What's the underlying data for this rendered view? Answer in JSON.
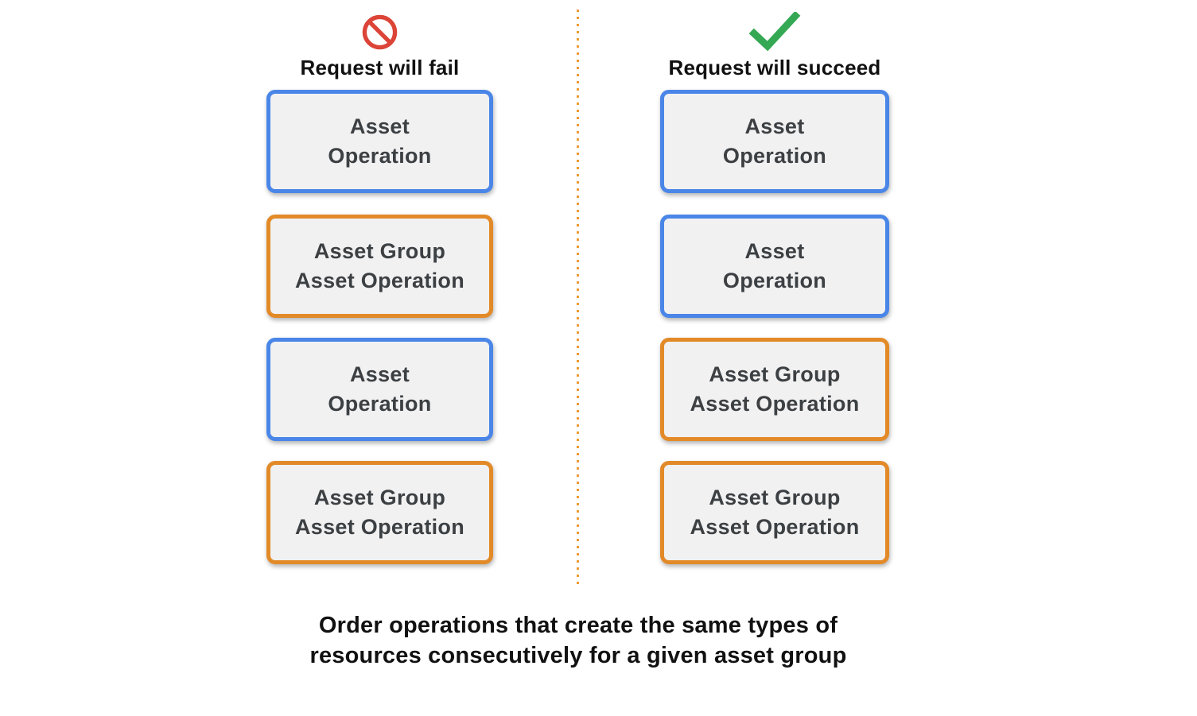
{
  "colors": {
    "blue_border": "#4A86E8",
    "orange_border": "#E38A28",
    "red_icon": "#DB4437",
    "green_icon": "#34A853",
    "box_fill": "#F1F1F2",
    "box_text": "#3C4043",
    "heading_text": "#111111",
    "divider_dots": "#ED9A33"
  },
  "columns": [
    {
      "id": "fail",
      "icon": "no-entry-icon",
      "header": "Request will fail",
      "boxes": [
        {
          "type": "asset-operation",
          "lines": [
            "Asset",
            "Operation"
          ]
        },
        {
          "type": "asset-group-asset-operation",
          "lines": [
            "Asset Group",
            "Asset Operation"
          ]
        },
        {
          "type": "asset-operation",
          "lines": [
            "Asset",
            "Operation"
          ]
        },
        {
          "type": "asset-group-asset-operation",
          "lines": [
            "Asset Group",
            "Asset Operation"
          ]
        }
      ]
    },
    {
      "id": "succeed",
      "icon": "checkmark-icon",
      "header": "Request will succeed",
      "boxes": [
        {
          "type": "asset-operation",
          "lines": [
            "Asset",
            "Operation"
          ]
        },
        {
          "type": "asset-operation",
          "lines": [
            "Asset",
            "Operation"
          ]
        },
        {
          "type": "asset-group-asset-operation",
          "lines": [
            "Asset Group",
            "Asset Operation"
          ]
        },
        {
          "type": "asset-group-asset-operation",
          "lines": [
            "Asset Group",
            "Asset Operation"
          ]
        }
      ]
    }
  ],
  "caption": {
    "lines": [
      "Order operations that create the same types of",
      "resources consecutively for a given asset group"
    ]
  }
}
